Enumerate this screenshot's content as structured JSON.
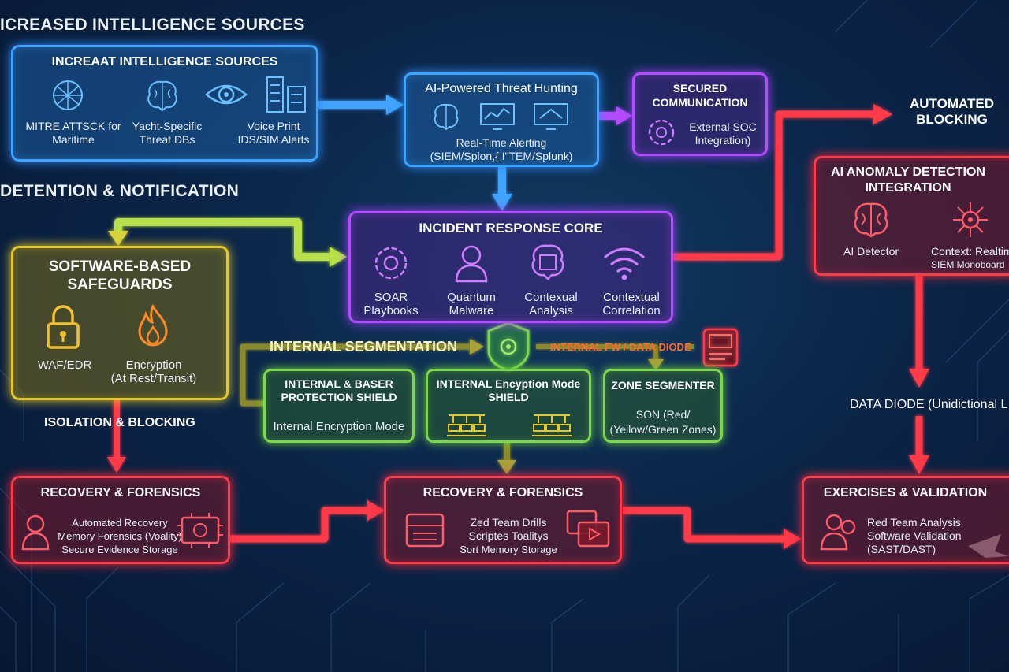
{
  "titles": {
    "top_left": "ICREASED INTELLIGENCE SOURCES",
    "detention": "DETENTION & NOTIFICATION",
    "automated_blocking_1": "AUTOMATED",
    "automated_blocking_2": "BLOCKING",
    "isolation": "ISOLATION & BLOCKING",
    "internal_segmentation": "INTERNAL SEGMENTATION",
    "internal_fw": "INTERNAL FW / DATA DIODE",
    "data_diode": "DATA DIODE (Unidictional L"
  },
  "intel": {
    "title": "INCREAAT INTELLIGENCE SOURCES",
    "item1_line1": "MITRE ATTSCK for",
    "item1_line2": "Maritime",
    "item2_line1": "Yacht-Specific",
    "item2_line2": "Threat DBs",
    "item3_line1": "Voice Print",
    "item3_line2": "IDS/SIM Alerts"
  },
  "hunting": {
    "title": "AI-Powered Threat Hunting",
    "line1": "Real-Time Alerting",
    "line2": "(SIEM/Splon,{ I\"TEM/Splunk)"
  },
  "secured": {
    "title1": "SECURED",
    "title2": "COMMUNICATION",
    "line1": "External SOC",
    "line2": "Integration)"
  },
  "anomaly": {
    "title1": "AI ANOMALY DETECTION",
    "title2": "INTEGRATION",
    "item1": "AI Detector",
    "item2_line1": "Context: Realtim",
    "item2_line2": "SIEM Monoboard"
  },
  "software": {
    "title1": "SOFTWARE-BASED",
    "title2": "SAFEGUARDS",
    "item1": "WAF/EDR",
    "item2_line1": "Encryption",
    "item2_line2": "(At Rest/Transit)"
  },
  "core": {
    "title": "INCIDENT RESPONSE CORE",
    "i1a": "SOAR",
    "i1b": "Playbooks",
    "i2a": "Quantum",
    "i2b": "Malware",
    "i3a": "Contexual",
    "i3b": "Analysis",
    "i4a": "Contextual",
    "i4b": "Correlation"
  },
  "seg1": {
    "title1": "INTERNAL & BASER",
    "title2": "PROTECTION SHIELD",
    "line": "Internal Encryption Mode"
  },
  "seg2": {
    "title1": "INTERNAL Encyption Mode",
    "title2": "SHIELD"
  },
  "seg3": {
    "title": "ZONE SEGMENTER",
    "line1": "SON (Red/",
    "line2": "(Yellow/Green Zones)"
  },
  "rec1": {
    "title": "RECOVERY & FORENSICS",
    "line1": "Automated Recovery",
    "line2": "Memory Forensics (Voality)",
    "line3": "Secure Evidence Storage"
  },
  "rec2": {
    "title": "RECOVERY & FORENSICS",
    "line1": "Zed Team Drills",
    "line2": "Scriptes Toalitys",
    "line3": "Sort Memory Storage"
  },
  "exercises": {
    "title": "EXERCISES & VALIDATION",
    "line1": "Red Team Analysis",
    "line2": "Software Validation",
    "line3": "(SAST/DAST)"
  },
  "colors": {
    "blue": "#3fa4ff",
    "purple": "#b44cff",
    "red": "#ff3b4a",
    "yellow": "#e6c928",
    "green": "#7ad84a",
    "orange": "#ff6a2a"
  }
}
